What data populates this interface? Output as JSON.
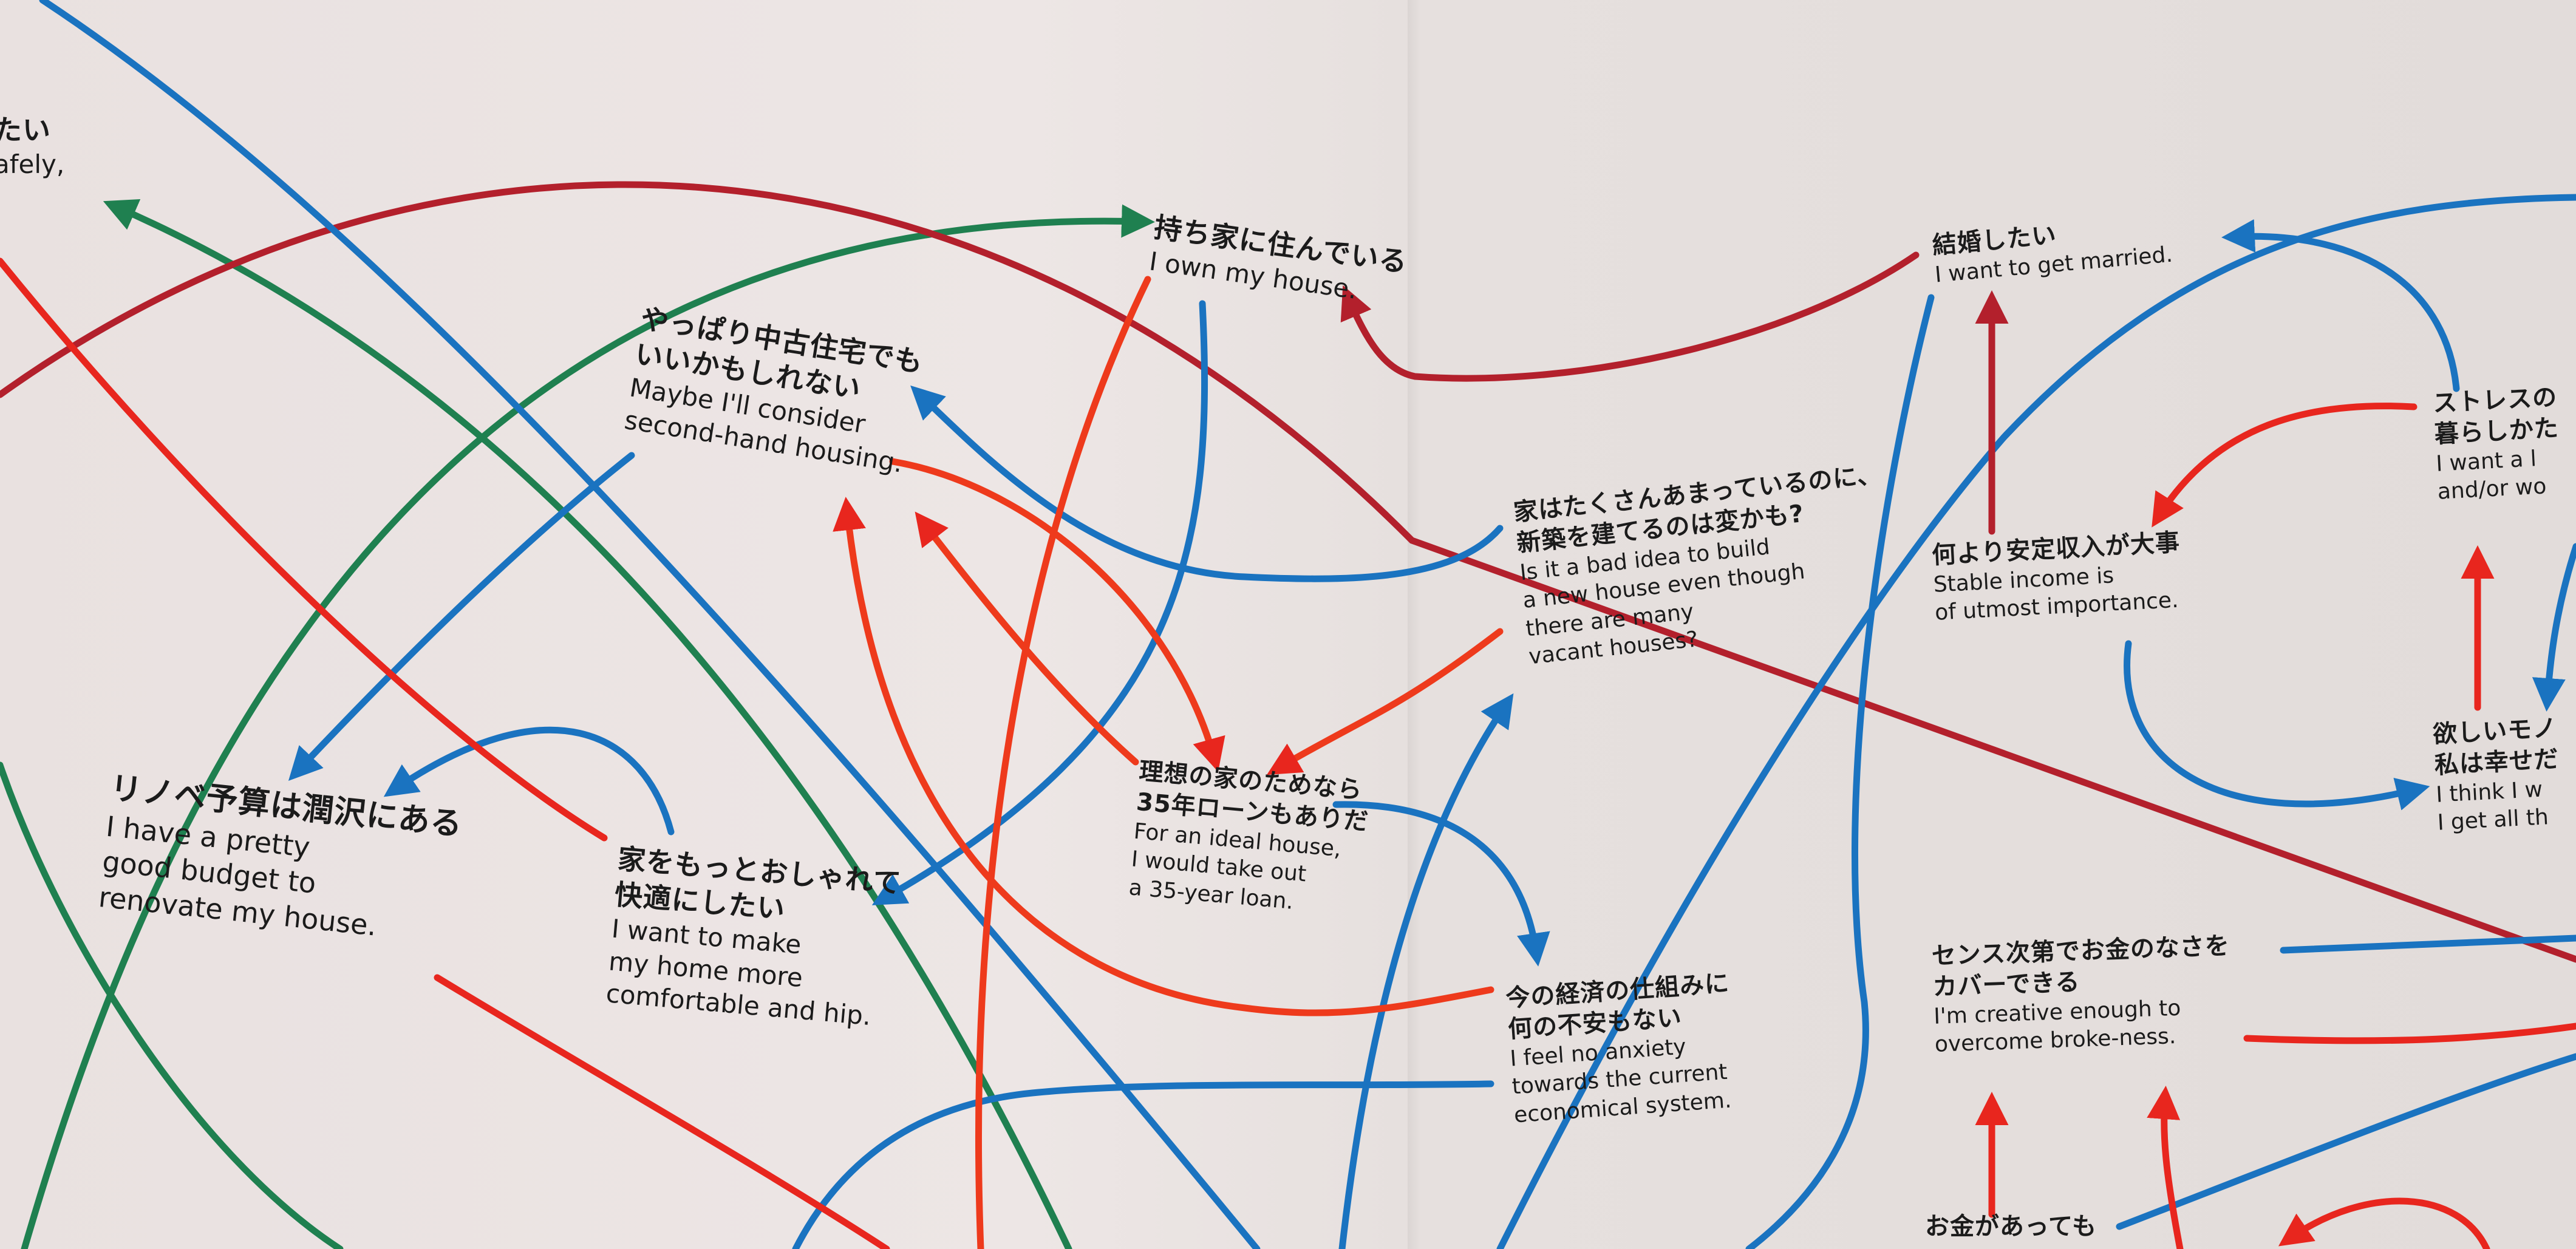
{
  "notes": {
    "top_left_fragment": {
      "jp": "たい",
      "en": "afely,"
    },
    "own_house": {
      "jp": "持ち家に住んでいる",
      "en": "I own my house."
    },
    "second_hand": {
      "jp1": "やっぱり中古住宅でも",
      "jp2": "いいかもしれない",
      "en1": "Maybe I'll consider",
      "en2": "second-hand housing."
    },
    "renovate": {
      "jp": "リノベ予算は潤沢にある",
      "en1": "I have a pretty",
      "en2": "good budget to",
      "en3": "renovate my house."
    },
    "stylish_home": {
      "jp1": "家をもっとおしゃれて",
      "jp2": "快適にしたい",
      "en1": "I want to make",
      "en2": "my home more",
      "en3": "comfortable and hip."
    },
    "ideal_house": {
      "jp1": "理想の家のためなら",
      "jp2": "35年ローンもありだ",
      "en1": "For an ideal house,",
      "en2": "I would take out",
      "en3": "a 35-year loan."
    },
    "bad_idea": {
      "jp1": "家はたくさんあまっているのに、",
      "jp2": "新築を建てるのは変かも?",
      "en1": "Is it a bad idea to build",
      "en2": "a new house even though",
      "en3": "there are many",
      "en4": "vacant houses?"
    },
    "economy": {
      "jp1": "今の経済の仕組みに",
      "jp2": "何の不安もない",
      "en1": "I feel no anxiety",
      "en2": "towards the current",
      "en3": "economical system."
    },
    "married": {
      "jp": "結婚したい",
      "en": "I want to get married."
    },
    "stable_income": {
      "jp": "何より安定収入が大事",
      "en1": "Stable income is",
      "en2": "of utmost importance."
    },
    "stress": {
      "jp1": "ストレスの",
      "jp2": "暮らしかた",
      "en1": "I want a l",
      "en2": "and/or wo"
    },
    "happy": {
      "jp1": "欲しいモノ",
      "jp2": "私は幸せだ",
      "en1": "I think I w",
      "en2": "I get all th"
    },
    "creative": {
      "jp1": "センス次第でお金のなさを",
      "jp2": "カバーできる",
      "en1": "I'm creative enough to",
      "en2": "overcome broke-ness."
    },
    "money_bottom": {
      "jp": "お金があっても"
    }
  },
  "colors": {
    "blue": "#1a73c0",
    "red": "#e8261e",
    "dark_red": "#b3202c",
    "green": "#1f8050",
    "orange_red": "#ee3a1c"
  }
}
